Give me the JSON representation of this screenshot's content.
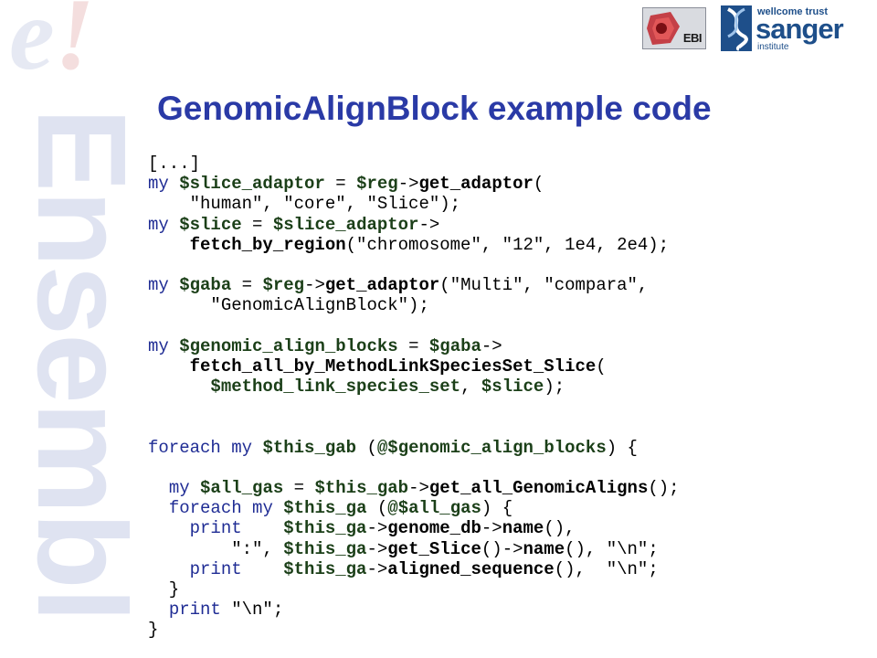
{
  "branding": {
    "logo_letter": "e",
    "logo_mark": "!",
    "side_word": "Ensembl",
    "ebi_label": "EBI",
    "sanger_line1": "wellcome trust",
    "sanger_line2": "sanger",
    "sanger_line3": "institute"
  },
  "slide": {
    "title": "GenomicAlignBlock example code"
  },
  "code_lines": [
    "[...]",
    "my $slice_adaptor = $reg->get_adaptor(",
    "    \"human\", \"core\", \"Slice\");",
    "my $slice = $slice_adaptor->",
    "    fetch_by_region(\"chromosome\", \"12\", 1e4, 2e4);",
    "",
    "my $gaba = $reg->get_adaptor(\"Multi\", \"compara\",",
    "      \"GenomicAlignBlock\");",
    "",
    "my $genomic_align_blocks = $gaba->",
    "    fetch_all_by_MethodLinkSpeciesSet_Slice(",
    "      $method_link_species_set, $slice);",
    "",
    "",
    "foreach my $this_gab (@$genomic_align_blocks) {",
    "",
    "  my $all_gas = $this_gab->get_all_GenomicAligns();",
    "  foreach my $this_ga (@$all_gas) {",
    "    print    $this_ga->genome_db->name(),",
    "        \":\", $this_ga->get_Slice()->name(), \"\\n\";",
    "    print    $this_ga->aligned_sequence(),  \"\\n\";",
    "  }",
    "  print \"\\n\";",
    "}"
  ],
  "colors": {
    "title": "#2a3aa6",
    "keyword": "#1f2c94",
    "variable": "#1b3f18",
    "branding_light": "#dfe3f1",
    "sanger_blue": "#1e4f8a"
  }
}
